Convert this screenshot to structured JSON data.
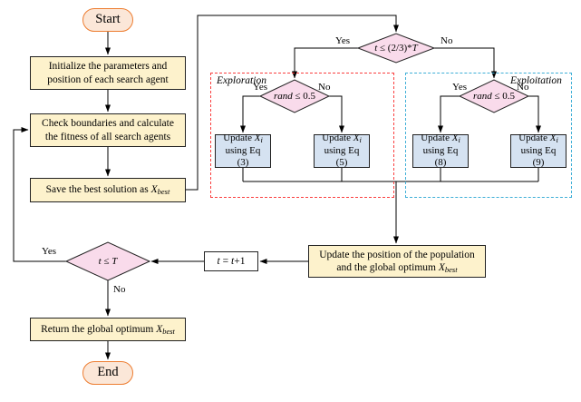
{
  "colors": {
    "yellow": "#FDF2CC",
    "blue": "#D5E2F1",
    "pink": "#F9DBEB",
    "ovalFill": "#FBE7D8",
    "ovalBorder": "#ED7D31",
    "exploreBorder": "#FA3E3E",
    "exploitBorder": "#3FAFD7"
  },
  "nodes": {
    "start": "Start",
    "end": "End",
    "init": "Initialize the parameters and position of each search agent",
    "check": "Check boundaries and calculate the fitness of all search agents",
    "save_pre": "Save the best solution as ",
    "x": "X",
    "best": "best",
    "i": "i",
    "t": "t",
    "T": "T",
    "cond1_mid": " ≤ (2/3)*",
    "rand": "rand",
    "rand_rest": " ≤ 0.5",
    "yes": "Yes",
    "no": "No",
    "explore_label": "Exploration",
    "exploit_label": "Exploitation",
    "update_pre": "Update ",
    "updates": [
      {
        "eq": "using Eq (3)"
      },
      {
        "eq": "using Eq (5)"
      },
      {
        "eq": "using Eq (8)"
      },
      {
        "eq": "using Eq (9)"
      }
    ],
    "upos1": "Update the position of the population",
    "upos2_pre": "and the global optimum ",
    "tinc_eq": " = ",
    "tinc_plus": "+1",
    "cond2_mid": " ≤ ",
    "return_pre": "Return the global optimum "
  }
}
